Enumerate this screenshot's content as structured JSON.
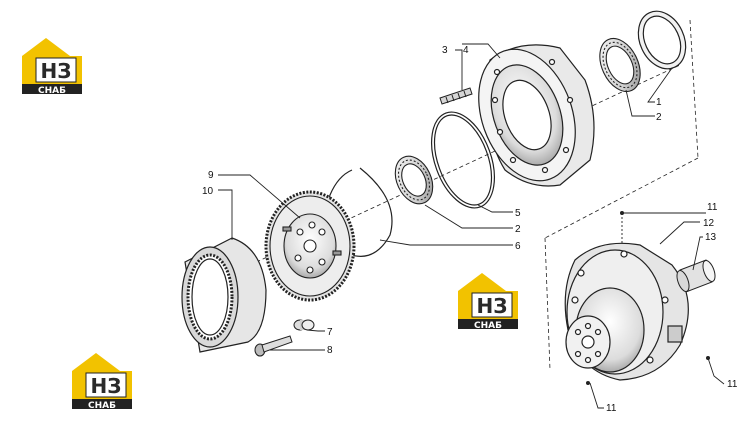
{
  "logo": {
    "mark": "НЗ",
    "word": "СНАБ",
    "colors": {
      "roof": "#f2c200",
      "box": "#222222",
      "text_light": "#ffffff",
      "mark_fill": "#2a2a2a"
    }
  },
  "diagram": {
    "labels": {
      "l1": "1",
      "l2a": "2",
      "l2b": "2",
      "l3_4a": "3",
      "l3_4b": "4",
      "l5": "5",
      "l6": "6",
      "l7": "7",
      "l8": "8",
      "l9": "9",
      "l10": "10",
      "l11a": "11",
      "l11b": "11",
      "l11c": "11",
      "l12": "12",
      "l13": "13"
    },
    "colors": {
      "line": "#222222",
      "hub_shade": "#bdbdbd",
      "light_shade": "#e6e6e6"
    }
  }
}
